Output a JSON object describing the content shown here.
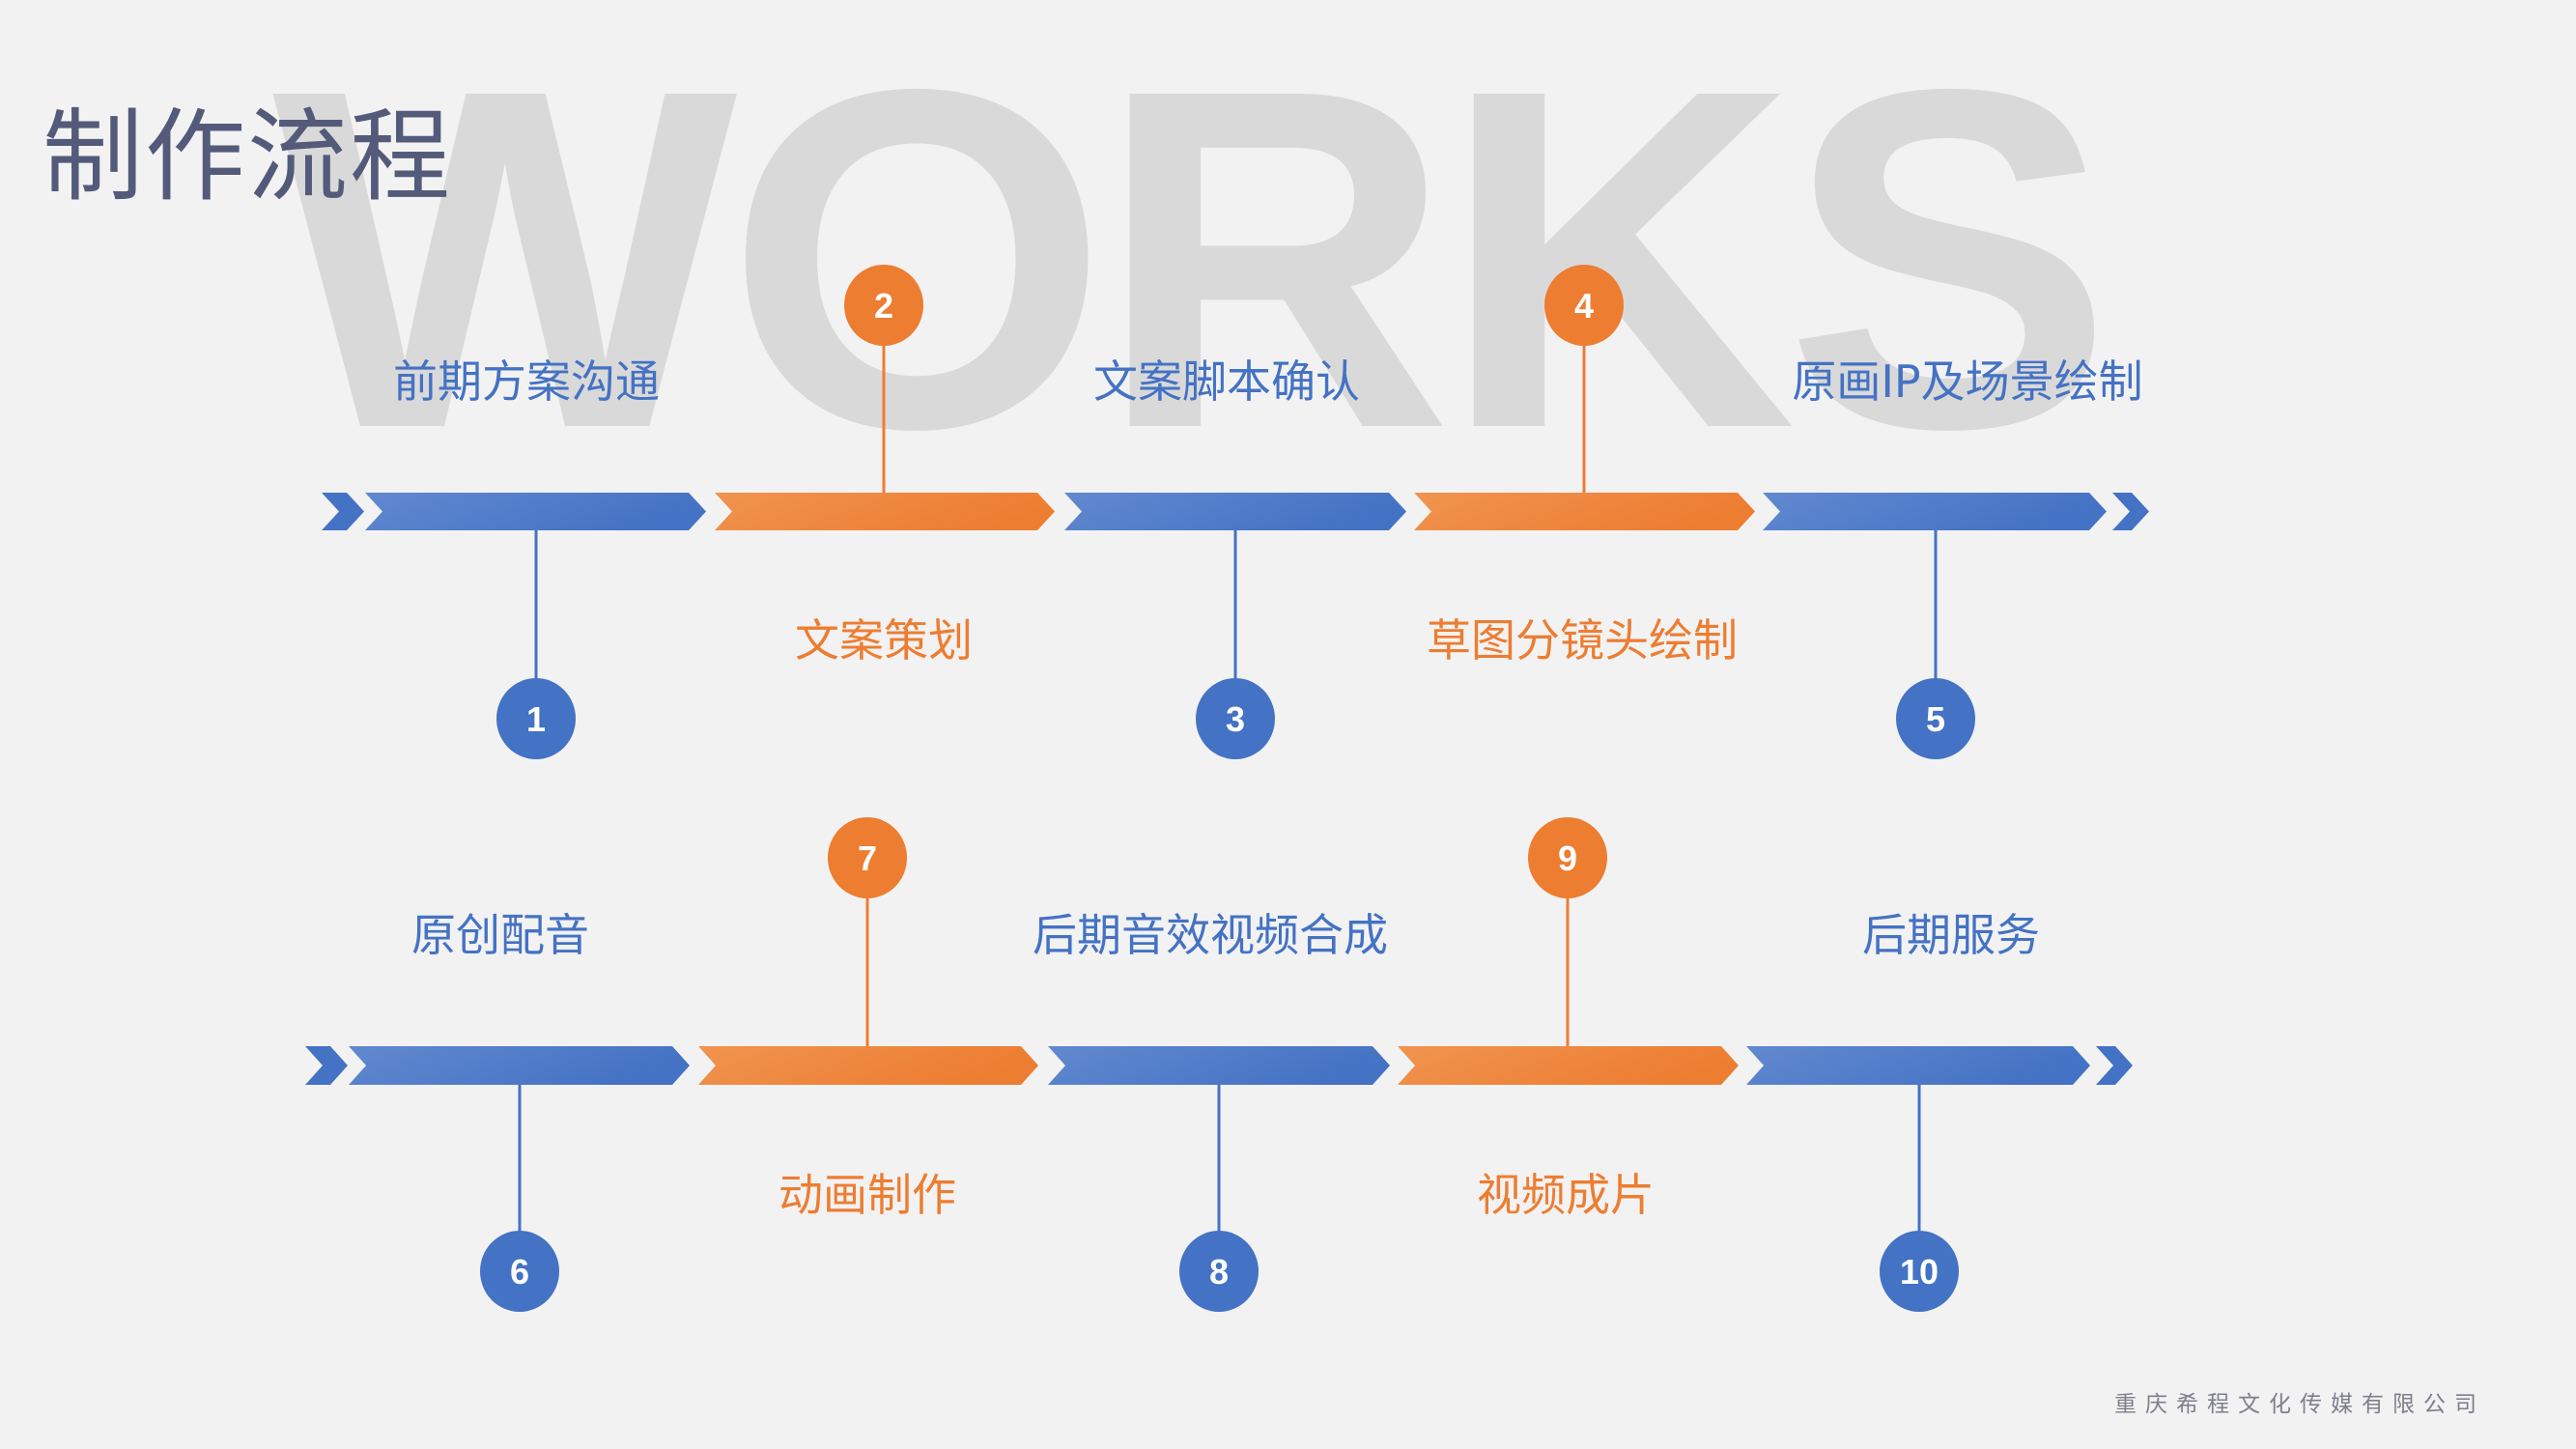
{
  "watermark": "WORKS",
  "title": "制作流程",
  "footer": "重庆希程文化传媒有限公司",
  "colors": {
    "background": "#f2f2f2",
    "blue": "#4472c4",
    "blue_light": "#6189cf",
    "orange": "#ed7d31",
    "orange_light": "#f0944f",
    "title": "#545a7a",
    "watermark": "#d9d9d9",
    "footer": "#7f7f8c"
  },
  "rows": [
    {
      "steps": [
        {
          "number": "1",
          "label": "前期方案沟通",
          "color": "blue"
        },
        {
          "number": "2",
          "label": "文案策划",
          "color": "orange"
        },
        {
          "number": "3",
          "label": "文案脚本确认",
          "color": "blue"
        },
        {
          "number": "4",
          "label": "草图分镜头绘制",
          "color": "orange"
        },
        {
          "number": "5",
          "label": "原画IP及场景绘制",
          "color": "blue"
        }
      ]
    },
    {
      "steps": [
        {
          "number": "6",
          "label": "原创配音",
          "color": "blue"
        },
        {
          "number": "7",
          "label": "动画制作",
          "color": "orange"
        },
        {
          "number": "8",
          "label": "后期音效视频合成",
          "color": "blue"
        },
        {
          "number": "9",
          "label": "视频成片",
          "color": "orange"
        },
        {
          "number": "10",
          "label": "后期服务",
          "color": "blue"
        }
      ]
    }
  ]
}
